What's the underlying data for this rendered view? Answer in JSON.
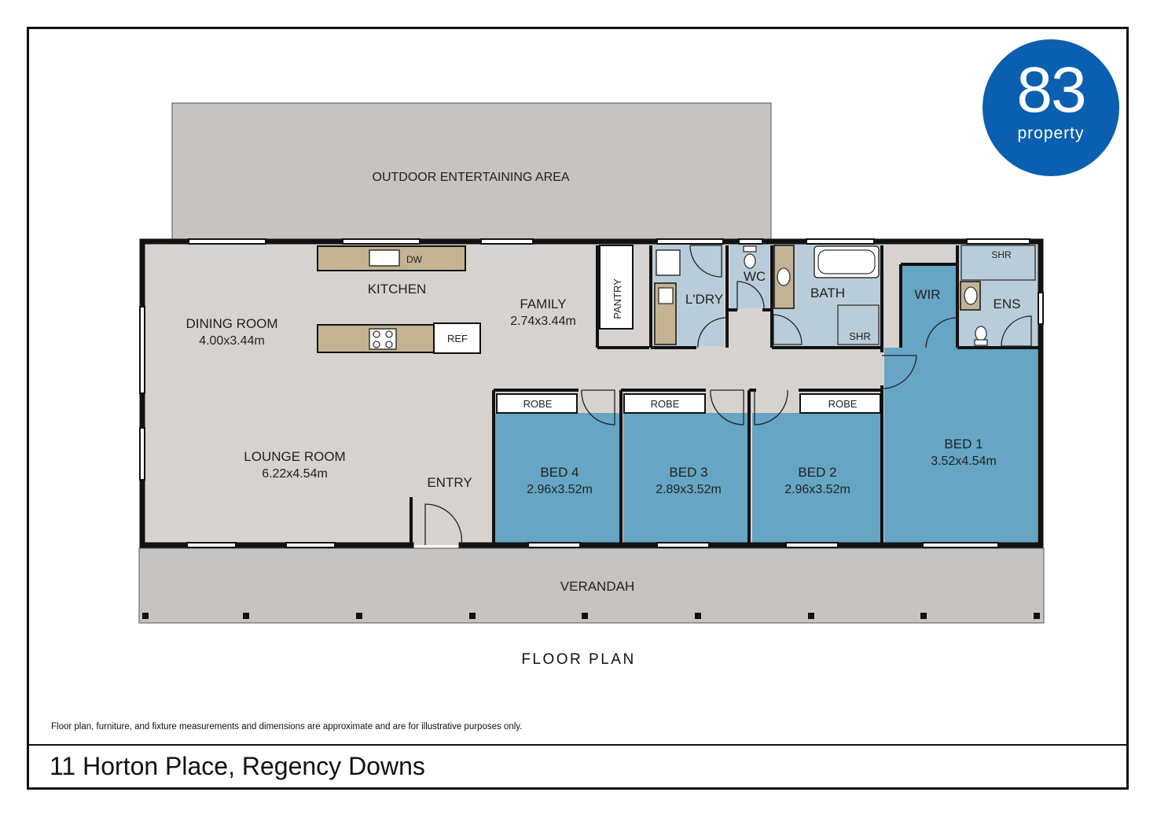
{
  "brand": {
    "number": "83",
    "word": "property",
    "color": "#0a5fb0"
  },
  "colors": {
    "wall": "#111111",
    "floor": "#d6d2cf",
    "bedroom": "#66a5c4",
    "wet": "#b9ccd9",
    "outdoor": "#c6c3c0",
    "bench": "#c3b393"
  },
  "rooms": {
    "outdoor": "OUTDOOR ENTERTAINING AREA",
    "kitchen": "KITCHEN",
    "dw": "DW",
    "ref": "REF",
    "dining": {
      "name": "DINING ROOM",
      "dim": "4.00x3.44m"
    },
    "family": {
      "name": "FAMILY",
      "dim": "2.74x3.44m"
    },
    "pantry": "PANTRY",
    "laundry": "L'DRY",
    "wc": "WC",
    "bath": "BATH",
    "bath_shr": "SHR",
    "wir": "WIR",
    "ens": "ENS",
    "ens_shr": "SHR",
    "lounge": {
      "name": "LOUNGE ROOM",
      "dim": "6.22x4.54m"
    },
    "entry": "ENTRY",
    "robe4": "ROBE",
    "robe3": "ROBE",
    "robe2": "ROBE",
    "bed4": {
      "name": "BED 4",
      "dim": "2.96x3.52m"
    },
    "bed3": {
      "name": "BED 3",
      "dim": "2.89x3.52m"
    },
    "bed2": {
      "name": "BED 2",
      "dim": "2.96x3.52m"
    },
    "bed1": {
      "name": "BED 1",
      "dim": "3.52x4.54m"
    },
    "verandah": "VERANDAH"
  },
  "plan_title": "FLOOR PLAN",
  "disclaimer": "Floor plan, furniture, and fixture measurements and dimensions are approximate and are for illustrative purposes only.",
  "address": "11 Horton Place, Regency Downs"
}
